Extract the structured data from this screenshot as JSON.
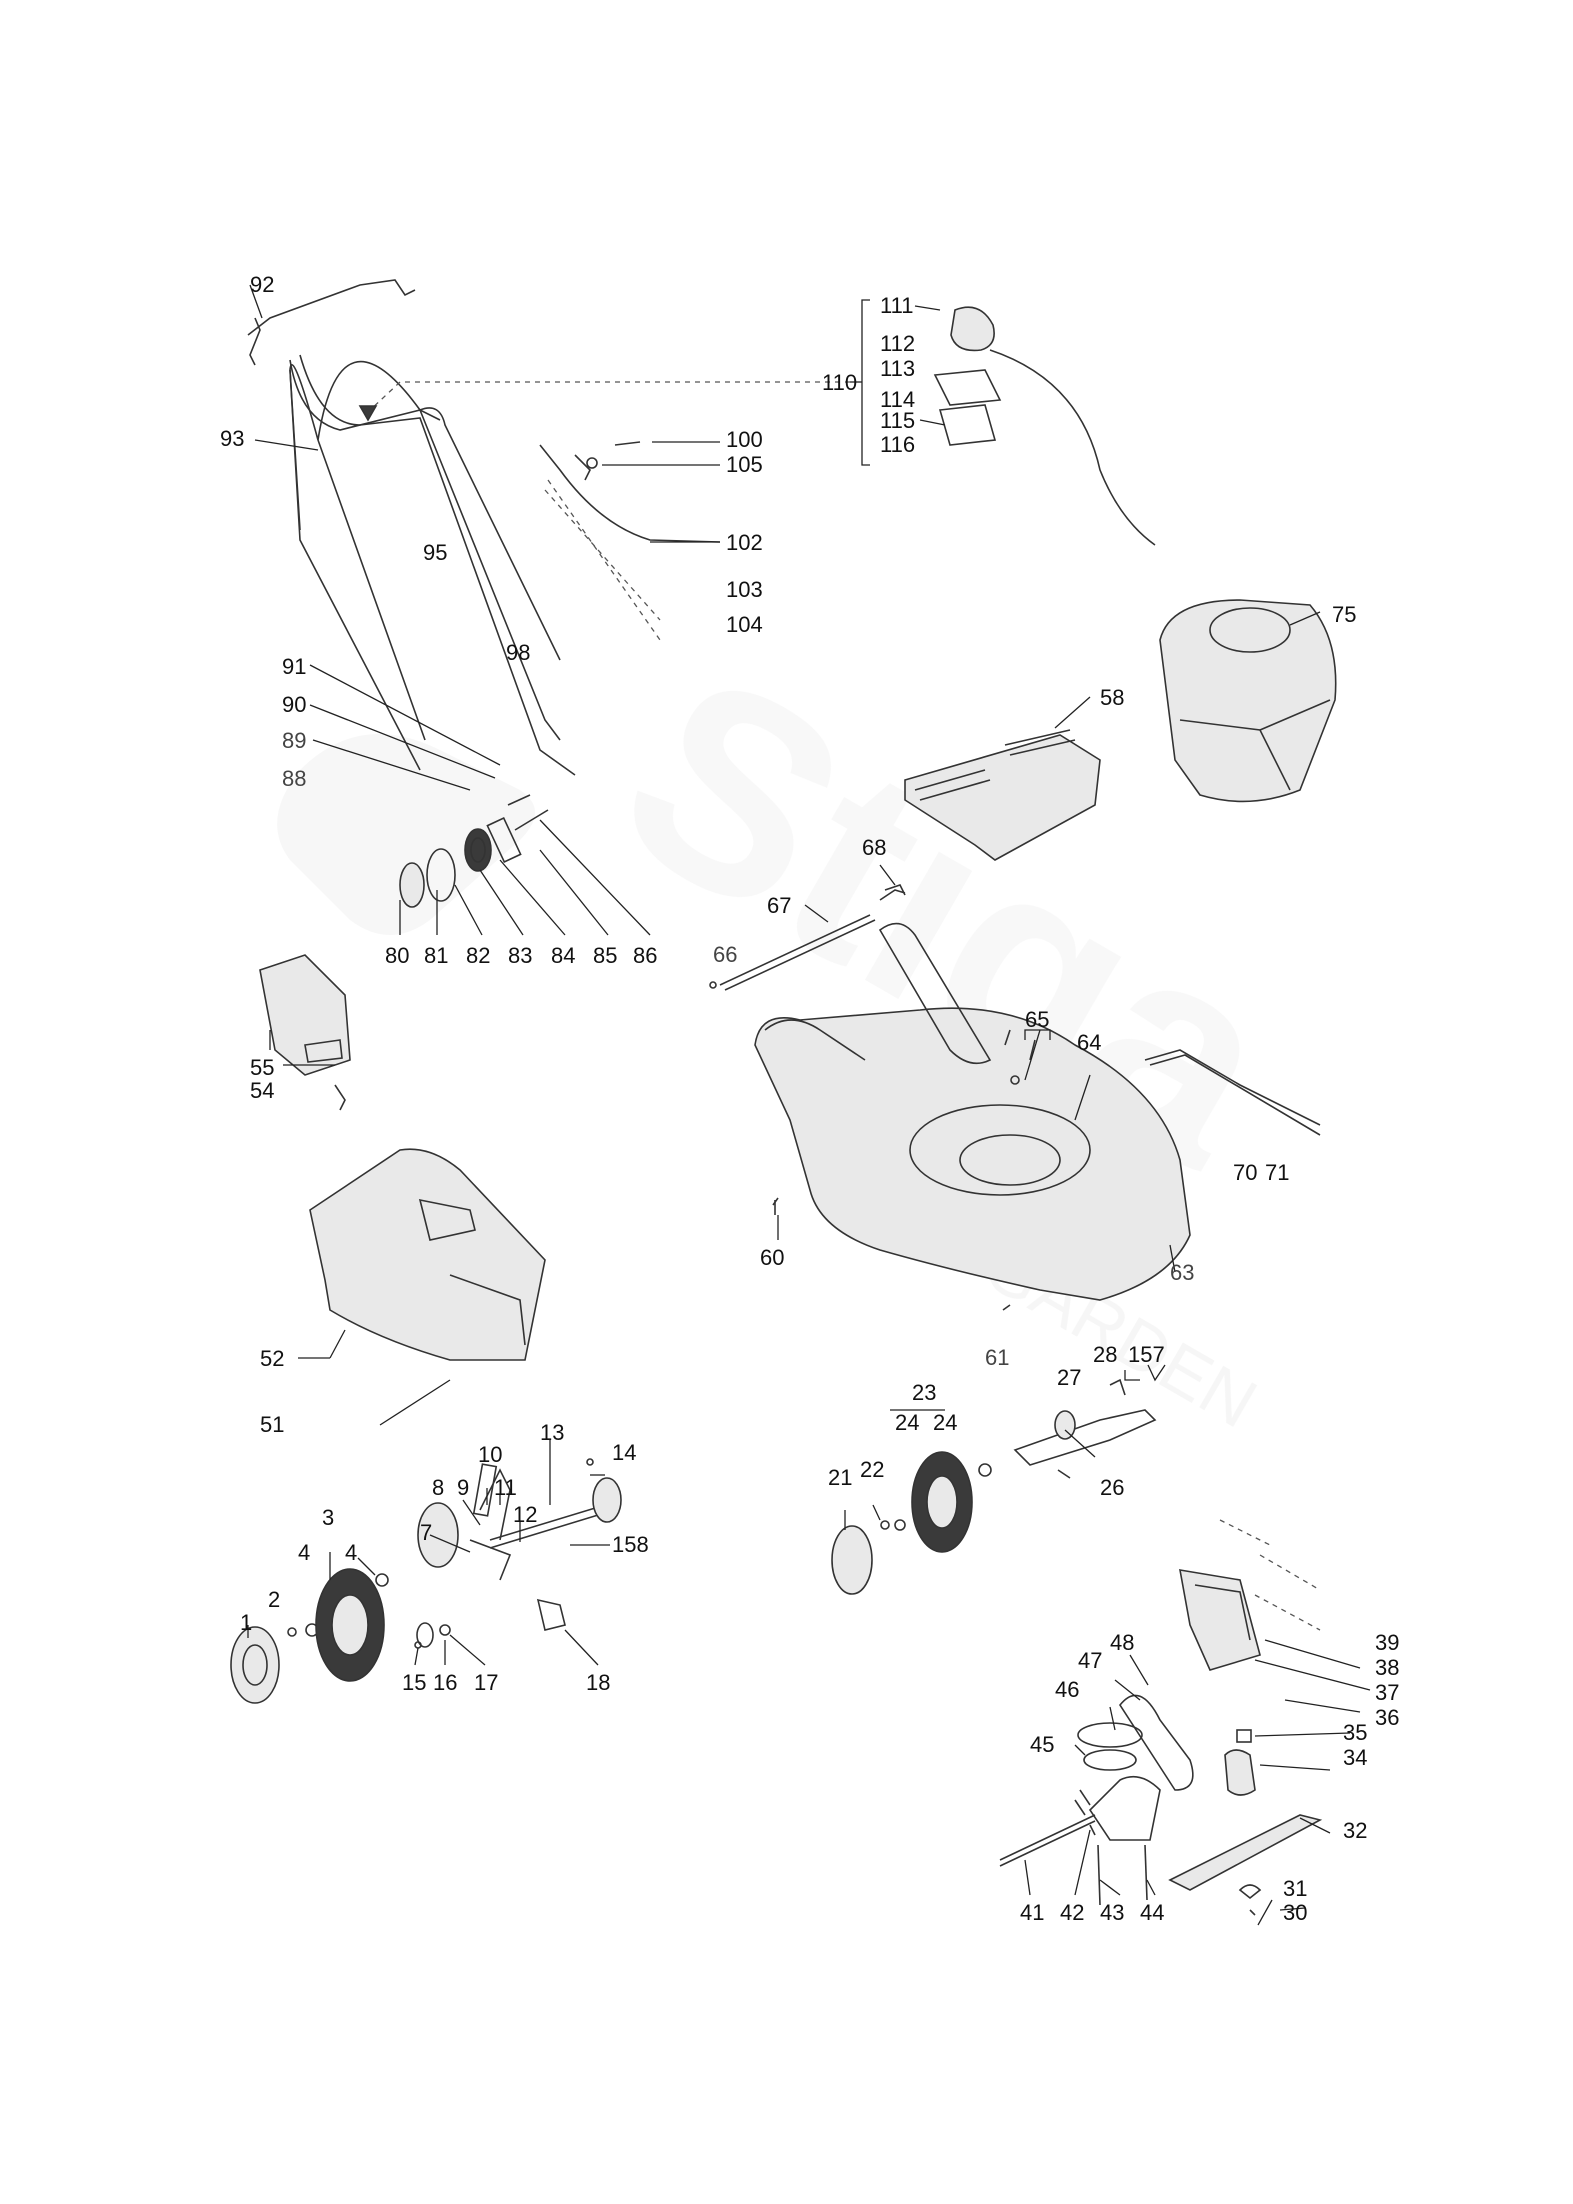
{
  "labels": {
    "l1": "1",
    "l2": "2",
    "l3": "3",
    "l4": "4",
    "l4b": "4",
    "l7": "7",
    "l8": "8",
    "l9": "9",
    "l10": "10",
    "l11": "11",
    "l12": "12",
    "l13": "13",
    "l14": "14",
    "l15": "15",
    "l16": "16",
    "l17": "17",
    "l18": "18",
    "l21": "21",
    "l22": "22",
    "l23": "23",
    "l24a": "24",
    "l24b": "24",
    "l26": "26",
    "l27": "27",
    "l28": "28",
    "l30": "30",
    "l31": "31",
    "l32": "32",
    "l34": "34",
    "l35": "35",
    "l36": "36",
    "l37": "37",
    "l38": "38",
    "l39": "39",
    "l41": "41",
    "l42": "42",
    "l43": "43",
    "l44": "44",
    "l45": "45",
    "l46": "46",
    "l47": "47",
    "l48": "48",
    "l51": "51",
    "l52": "52",
    "l54": "54",
    "l55": "55",
    "l58": "58",
    "l60": "60",
    "l61": "61",
    "l63": "63",
    "l64": "64",
    "l65": "65",
    "l66": "66",
    "l67": "67",
    "l68": "68",
    "l70": "70",
    "l71": "71",
    "l75": "75",
    "l80": "80",
    "l81": "81",
    "l82": "82",
    "l83": "83",
    "l84": "84",
    "l85": "85",
    "l86": "86",
    "l88": "88",
    "l89": "89",
    "l90": "90",
    "l91": "91",
    "l92": "92",
    "l93": "93",
    "l95": "95",
    "l98": "98",
    "l100": "100",
    "l102": "102",
    "l103": "103",
    "l104": "104",
    "l105": "105",
    "l110": "110",
    "l111": "111",
    "l112": "112",
    "l113": "113",
    "l114": "114",
    "l115": "115",
    "l116": "116",
    "l157": "157",
    "l158": "158"
  },
  "watermark": {
    "brand": "Stiga",
    "sub": "GARDEN"
  }
}
